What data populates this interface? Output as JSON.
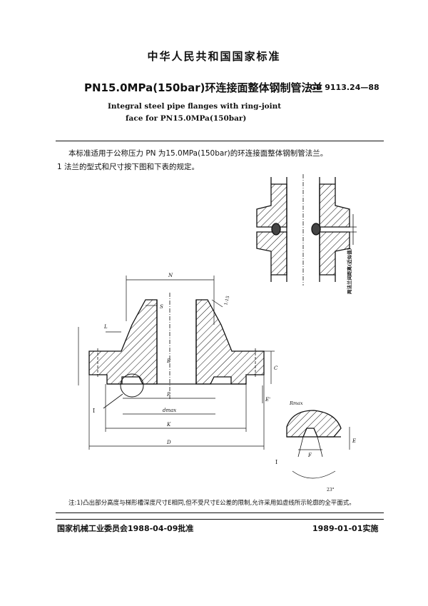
{
  "header": {
    "national_standard": "中华人民共和国国家标准",
    "title_cn": "PN15.0MPa(150bar)环连接面整体钢制管法兰",
    "standard_number": "GB 9113.24—88",
    "title_en_line1": "Integral steel pipe flanges with ring-joint",
    "title_en_line2": "face for PN15.0MPa(150bar)"
  },
  "body": {
    "paragraph1": "本标准适用于公称压力 PN 为15.0MPa(150bar)的环连接面整体钢制管法兰。",
    "paragraph2": "1  法兰的型式和尺寸按下图和下表的规定。"
  },
  "figure": {
    "labels": {
      "N": "N",
      "S": "S",
      "L": "L",
      "taper": "1:15",
      "B": "B",
      "C": "C",
      "P": "P",
      "dmax": "dmax",
      "K": "K",
      "D": "D",
      "E_prime": "E'",
      "detail_ref": "I",
      "detail_ref_large": "I",
      "Rmax": "Rmax",
      "E": "E",
      "F": "F",
      "angle": "23°",
      "gap_label": "两法兰间距离(近似值)"
    }
  },
  "note": "注:1)凸出部分高度与梯形槽深度尺寸E相同,但不受尺寸E公差的限制,允许采用如虚线所示轮廓的全平面式。",
  "footer": {
    "approval": "国家机械工业委员会1988-04-09批准",
    "implementation": "1989-01-01实施"
  }
}
